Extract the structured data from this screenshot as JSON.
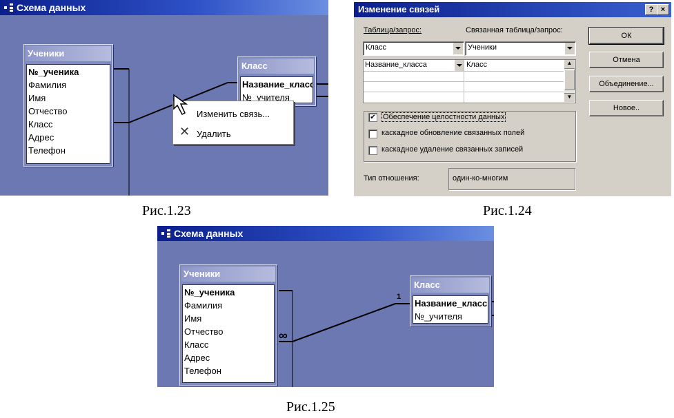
{
  "fig23": {
    "title": "Схема данных",
    "table_students": {
      "title": "Ученики",
      "fields": [
        "№_ученика",
        "Фамилия",
        "Имя",
        "Отчество",
        "Класс",
        "Адрес",
        "Телефон"
      ]
    },
    "table_class": {
      "title": "Класс",
      "fields": [
        "Название_класс",
        "№_учителя"
      ]
    },
    "context_menu": {
      "items": [
        "Изменить связь...",
        "Удалить"
      ]
    },
    "caption": "Рис.1.23"
  },
  "fig24": {
    "title": "Изменение связей",
    "help_btn": "?",
    "close_btn": "×",
    "label_table": "Таблица/запрос:",
    "label_related": "Связанная таблица/запрос:",
    "combo_table": "Класс",
    "combo_related": "Ученики",
    "grid_left": "Название_класса",
    "grid_right": "Класс",
    "buttons": {
      "ok": "ОК",
      "cancel": "Отмена",
      "join": "Объединение...",
      "new": "Новое.."
    },
    "checks": [
      {
        "label": "Обеспечение целостности данных",
        "checked": true
      },
      {
        "label": "каскадное обновление связанных полей",
        "checked": false
      },
      {
        "label": "каскадное удаление связанных записей",
        "checked": false
      }
    ],
    "check_mark": "✔",
    "relation_label": "Тип отношения:",
    "relation_value": "один-ко-многим",
    "caption": "Рис.1.24"
  },
  "fig25": {
    "title": "Схема данных",
    "table_students": {
      "title": "Ученики",
      "fields": [
        "№_ученика",
        "Фамилия",
        "Имя",
        "Отчество",
        "Класс",
        "Адрес",
        "Телефон"
      ]
    },
    "table_class": {
      "title": "Класс",
      "fields": [
        "Название_класс",
        "№_учителя"
      ]
    },
    "one_mark": "1",
    "many_mark": "∞",
    "caption": "Рис.1.25"
  }
}
